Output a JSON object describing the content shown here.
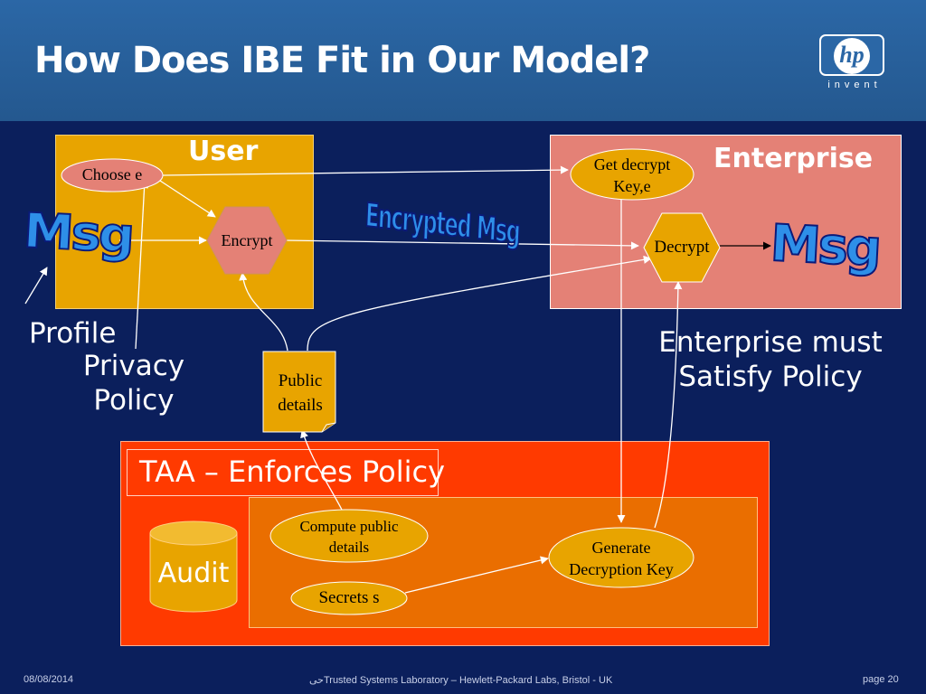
{
  "slide": {
    "title": "How Does IBE Fit in Our Model?",
    "logo": {
      "text": "hp",
      "tagline": "invent"
    }
  },
  "user_section": {
    "label": "User"
  },
  "enterprise_section": {
    "label": "Enterprise"
  },
  "taa_section": {
    "label": "TAA – Enforces Policy"
  },
  "nodes": {
    "choose_e": "Choose e",
    "encrypt": "Encrypt",
    "get_decrypt_key_line1": "Get decrypt",
    "get_decrypt_key_line2": "Key,e",
    "decrypt": "Decrypt",
    "public_details_line1": "Public",
    "public_details_line2": "details",
    "compute_public_details_line1": "Compute public",
    "compute_public_details_line2": "details",
    "secrets_s": "Secrets s",
    "generate_key_line1": "Generate",
    "generate_key_line2": "Decryption Key",
    "audit": "Audit"
  },
  "wordart": {
    "msg_left": "Msg",
    "encrypted_msg": "Encrypted Msg",
    "msg_right": "Msg"
  },
  "annotations": {
    "profile": "Profile",
    "privacy_policy_line1": "Privacy",
    "privacy_policy_line2": "Policy",
    "enterprise_must_line1": "Enterprise must",
    "enterprise_must_line2": "Satisfy Policy"
  },
  "footer": {
    "date": "08/08/2014",
    "center": "حیTrusted Systems Laboratory – Hewlett-Packard Labs, Bristol - UK",
    "page": "page 20"
  },
  "colors": {
    "background": "#0b1f5c",
    "header": "#2b67a6",
    "user_box": "#e8a400",
    "enterprise_box": "#e48176",
    "taa_box": "#ff3a00",
    "taa_inner": "#ea6e00",
    "node_fill": "#e8a400",
    "hex_fill": "#e48176"
  }
}
